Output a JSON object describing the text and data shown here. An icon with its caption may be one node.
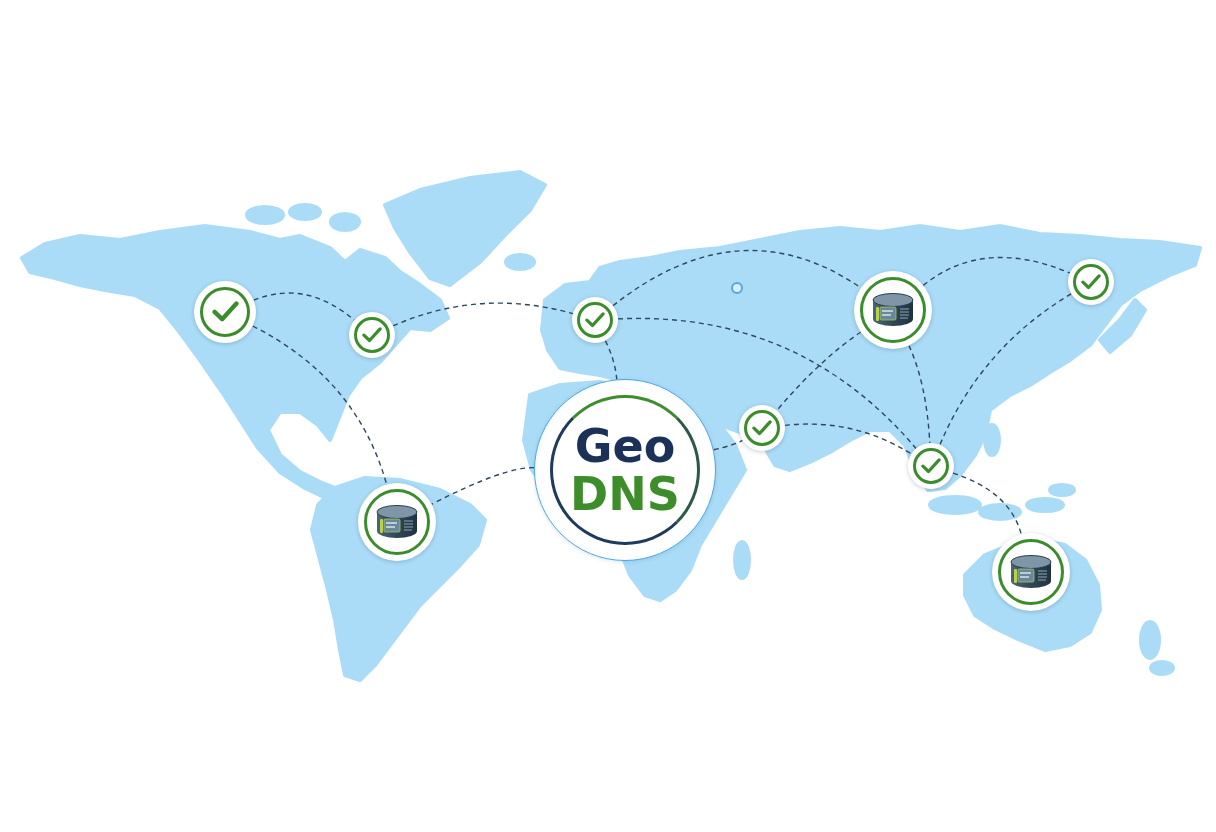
{
  "diagram": {
    "nodes": [
      {
        "text": [
          "Geo",
          "DNS"
        ]
      },
      {
        "text": [],
        "shape": "circle"
      },
      {
        "text": [],
        "shape": "circle"
      },
      {
        "text": [],
        "shape": "circle"
      },
      {
        "text": [],
        "shape": "cylinder"
      },
      {
        "text": [],
        "shape": "circle"
      },
      {
        "text": [],
        "shape": "circle"
      },
      {
        "text": [],
        "shape": "circle"
      },
      {
        "text": [],
        "shape": "cylinder"
      },
      {
        "text": [],
        "shape": "cylinder"
      }
    ],
    "edges": [
      {
        "from": 1,
        "to": 2,
        "arrow": "none",
        "style": "dashed"
      },
      {
        "from": 1,
        "to": 8,
        "arrow": "none",
        "style": "dashed"
      },
      {
        "from": 2,
        "to": 3,
        "arrow": "none",
        "style": "dashed"
      },
      {
        "from": 3,
        "to": 4,
        "arrow": "none",
        "style": "dashed"
      },
      {
        "from": 4,
        "to": 5,
        "arrow": "none",
        "style": "dashed"
      },
      {
        "from": 3,
        "to": 7,
        "arrow": "none",
        "style": "dashed"
      },
      {
        "from": 3,
        "to": 0,
        "arrow": "none",
        "style": "dashed"
      },
      {
        "from": 4,
        "to": 6,
        "arrow": "none",
        "style": "dashed"
      },
      {
        "from": 4,
        "to": 7,
        "arrow": "none",
        "style": "dashed"
      },
      {
        "from": 5,
        "to": 7,
        "arrow": "none",
        "style": "dashed"
      },
      {
        "from": 0,
        "to": 6,
        "arrow": "none",
        "style": "dashed"
      },
      {
        "from": 6,
        "to": 7,
        "arrow": "none",
        "style": "dashed"
      },
      {
        "from": 7,
        "to": 9,
        "arrow": "none",
        "style": "dashed"
      },
      {
        "from": 0,
        "to": 8,
        "arrow": "none",
        "style": "dashed"
      }
    ]
  }
}
